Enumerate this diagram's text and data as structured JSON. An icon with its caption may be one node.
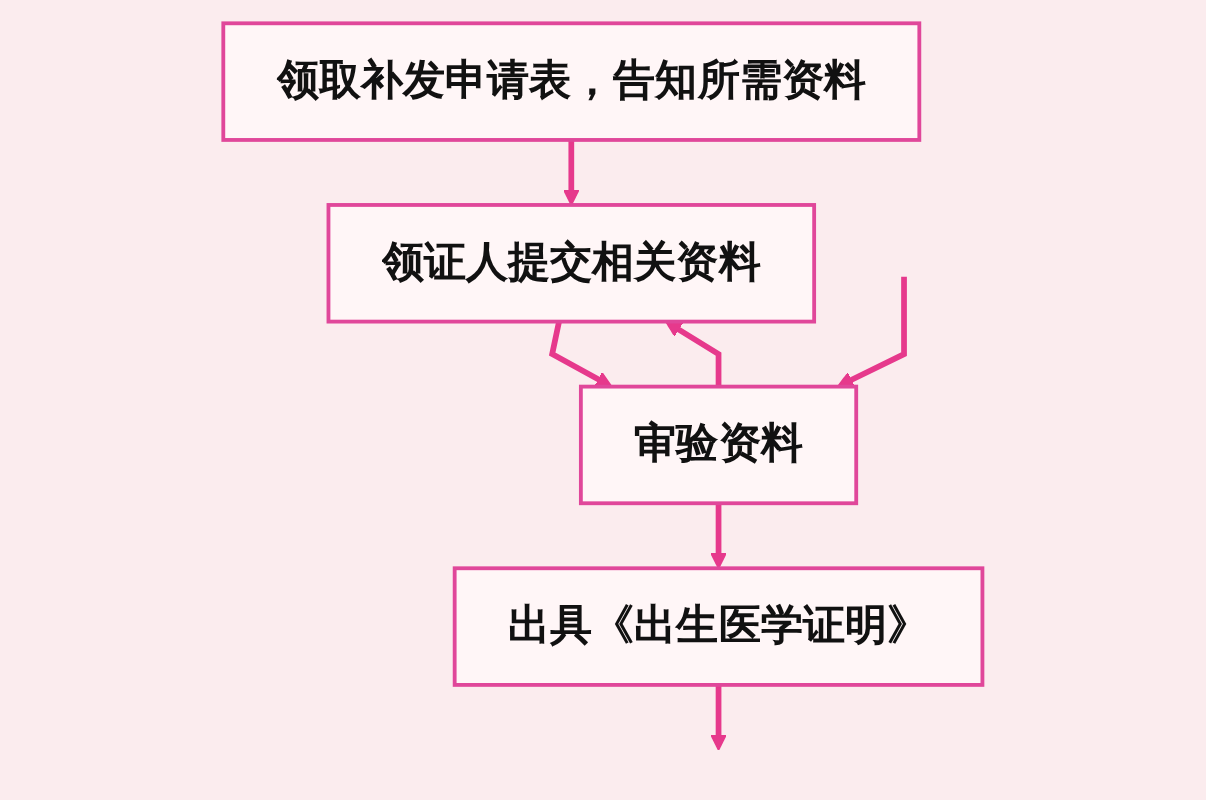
{
  "diagram": {
    "nodes": [
      {
        "text": [
          "领取补发申请表，告知所需资料"
        ]
      },
      {
        "text": [
          "领证人提交相关资料"
        ]
      },
      {
        "text": [
          "审验资料"
        ]
      },
      {
        "text": [
          "出具《出生医学证明》"
        ]
      }
    ],
    "edges": [
      {
        "from": 0,
        "to": 1,
        "arrow": "to"
      },
      {
        "from": 1,
        "to": 2,
        "arrow": "to"
      },
      {
        "from": 2,
        "to": 1,
        "arrow": "to"
      },
      {
        "from": null,
        "to": 2,
        "arrow": "to"
      },
      {
        "from": 2,
        "to": 3,
        "arrow": "to"
      },
      {
        "from": 3,
        "to": null,
        "arrow": "to"
      }
    ]
  }
}
